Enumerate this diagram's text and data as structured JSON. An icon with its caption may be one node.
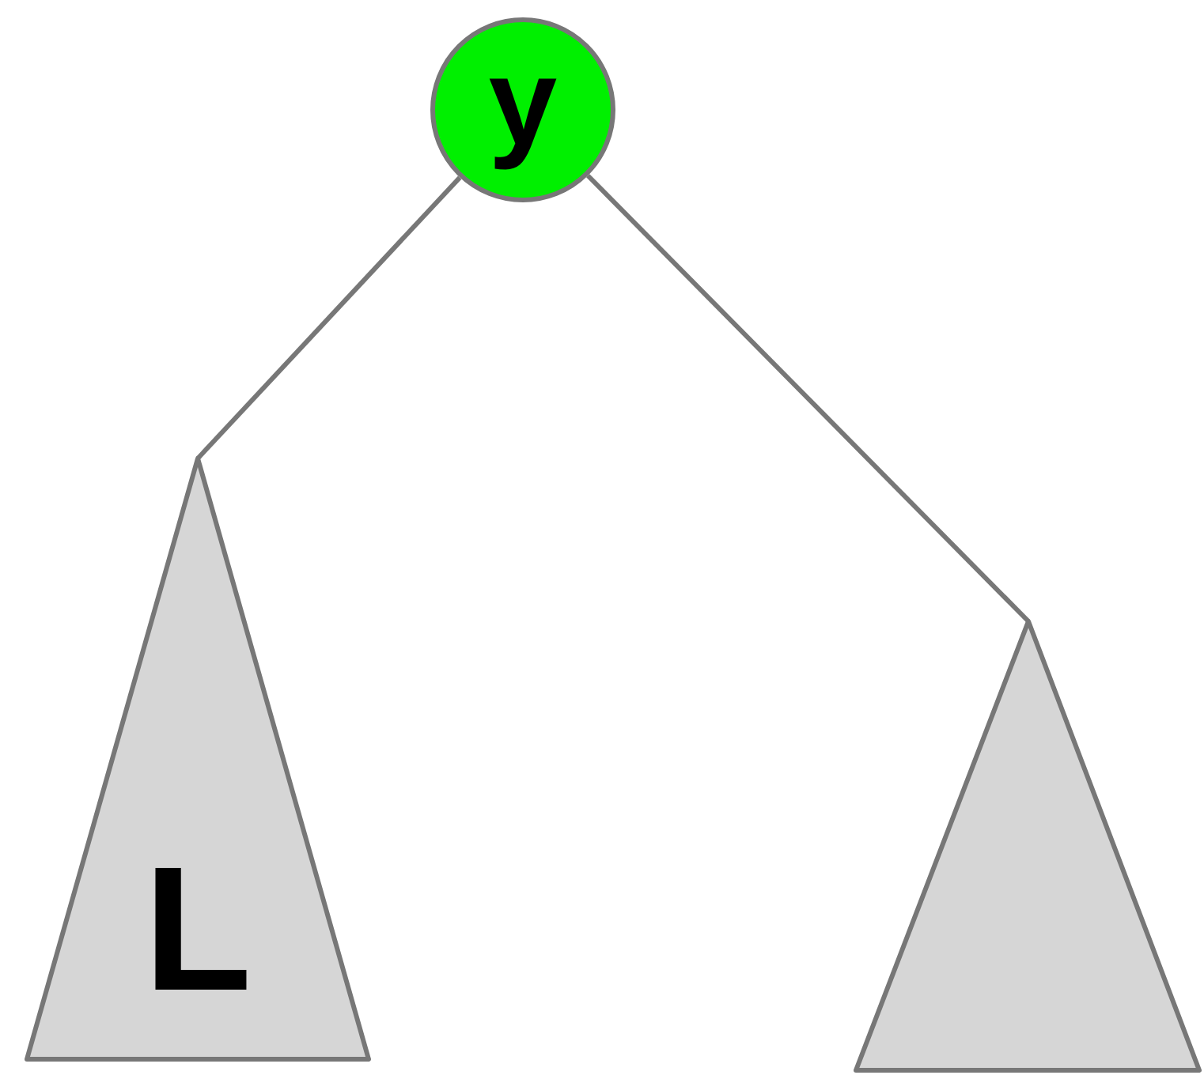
{
  "diagram": {
    "nodes": [
      {
        "text": [
          "y"
        ]
      },
      {
        "text": [
          "L"
        ]
      },
      {
        "text": [],
        "shape": "triangle"
      }
    ],
    "edges": [
      {
        "from": 0,
        "to": 1,
        "arrow": "none"
      },
      {
        "from": 0,
        "to": 2,
        "arrow": "none"
      }
    ]
  }
}
